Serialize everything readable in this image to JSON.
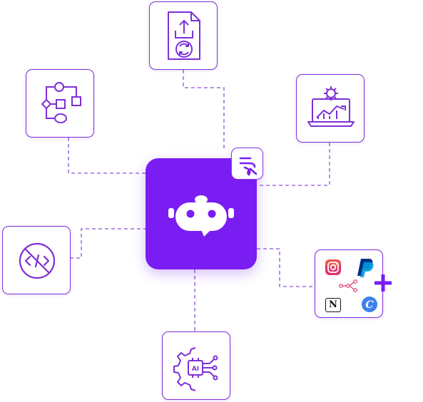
{
  "colors": {
    "accent": "#7a1df2",
    "stroke": "#7d2fd6",
    "dashed_line": "#8a52d8",
    "instagram": "#e1306c",
    "paypal_dark": "#003087",
    "paypal_light": "#009cde",
    "canva": "#1fb7e6",
    "flow_dots": "#e0507a",
    "notion": "#111111"
  },
  "hub": {
    "icon": "chatbot-face-icon",
    "badge_icon": "brand-logo-icon"
  },
  "nodes": [
    {
      "id": "workflow",
      "icon": "workflow-flowchart-icon"
    },
    {
      "id": "document-upload",
      "icon": "document-upload-sync-icon"
    },
    {
      "id": "analytics",
      "icon": "laptop-analytics-gear-icon"
    },
    {
      "id": "no-code",
      "icon": "no-code-icon"
    },
    {
      "id": "ai-chip",
      "icon": "ai-gear-chip-icon"
    },
    {
      "id": "integrations",
      "icon": "integrations-apps-icon"
    }
  ],
  "integrations": {
    "apps": [
      "instagram-icon",
      "paypal-icon",
      "flow-icon",
      "notion-icon",
      "canva-icon"
    ],
    "notion_glyph": "N",
    "canva_glyph": "C",
    "plus": "plus-icon"
  }
}
